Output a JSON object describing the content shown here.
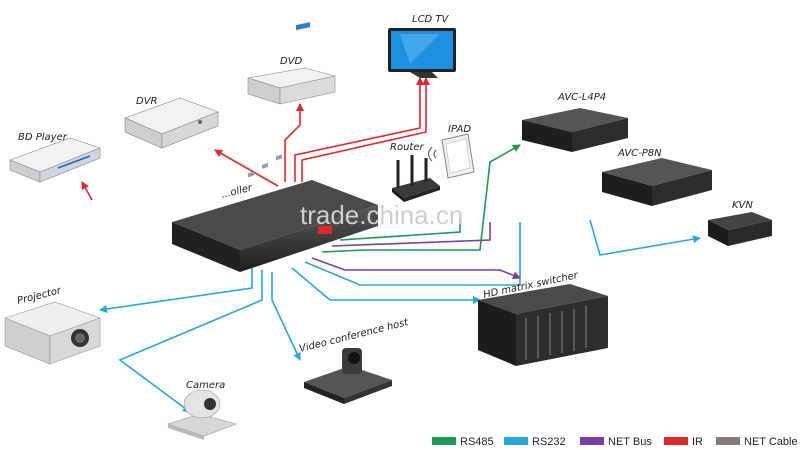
{
  "devices": {
    "lcd_tv": "LCD TV",
    "dvd": "DVD",
    "dvr": "DVR",
    "bd_player": "BD Player",
    "router": "Router",
    "ipad": "IPAD",
    "controller": "...oller",
    "avc_l4p4": "AVC-L4P4",
    "avc_p8n": "AVC-P8N",
    "kvm": "KVN",
    "projector": "Projector",
    "video_conf": "Video conference host",
    "hd_matrix": "HD matrix switcher",
    "camera": "Camera"
  },
  "watermark": "trade.china.cn",
  "legend": [
    {
      "label": "RS485",
      "color": "#1a9a55"
    },
    {
      "label": "RS232",
      "color": "#29a7e1"
    },
    {
      "label": "NET Bus",
      "color": "#7a3fa0"
    },
    {
      "label": "IR",
      "color": "#e0282b"
    },
    {
      "label": "NET Cable",
      "color": "#857a73"
    }
  ],
  "colors": {
    "ir": "#e0282b",
    "rs232": "#29a7e1",
    "rs485": "#1a9a55",
    "netbus": "#7a3fa0"
  }
}
